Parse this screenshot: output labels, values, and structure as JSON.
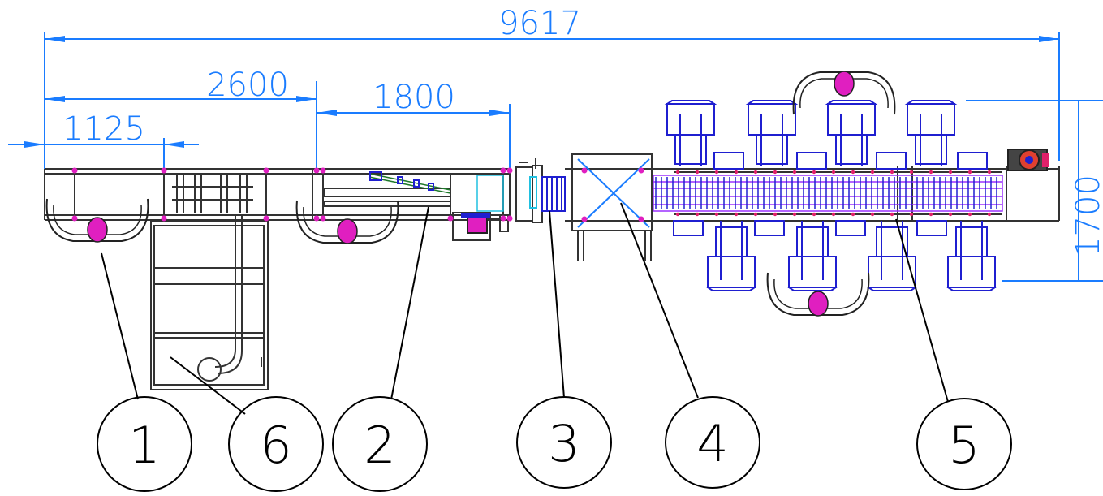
{
  "dimensions": {
    "overall": "9617",
    "section_a": "2600",
    "section_b": "1800",
    "section_c": "1125",
    "width": "1700"
  },
  "callouts": [
    "1",
    "6",
    "2",
    "3",
    "4",
    "5"
  ],
  "colors": {
    "dimension": "#1a7cff",
    "frame": "#333333",
    "chair": "#1f1fd0",
    "conveyor": "#9b30ff",
    "operator_head": "#e01fc0",
    "bolt": "#e0206a"
  }
}
